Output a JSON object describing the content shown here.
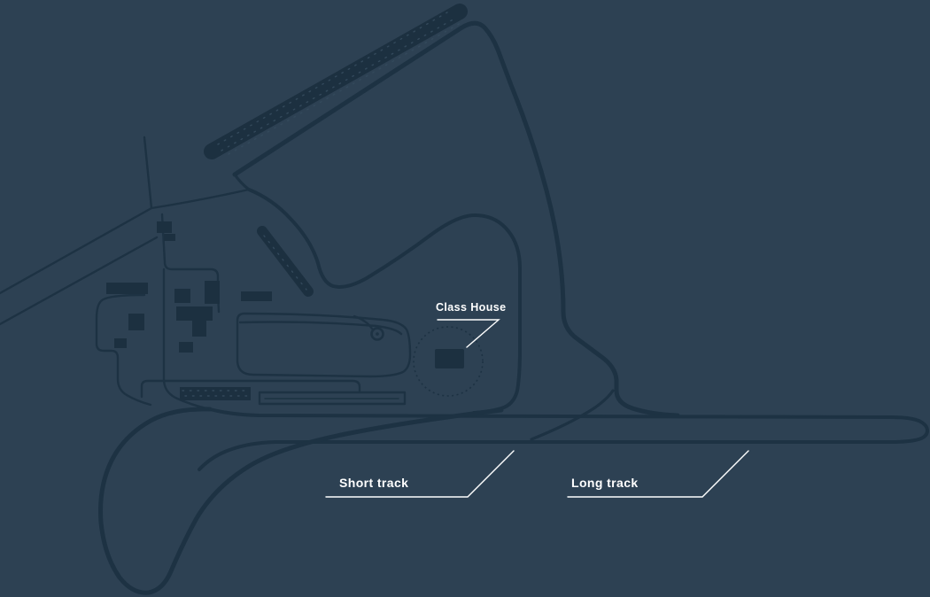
{
  "map": {
    "description": "proving-ground site map",
    "labels": {
      "class_house": "Class House",
      "short_track": "Short track",
      "long_track": "Long track"
    },
    "colors": {
      "background": "#2d4153",
      "track_line": "#1d3243",
      "area_fill": "#1c3040",
      "label_text": "#ffffff",
      "leader_line": "#ffffff",
      "speckle": "#33495b"
    }
  }
}
